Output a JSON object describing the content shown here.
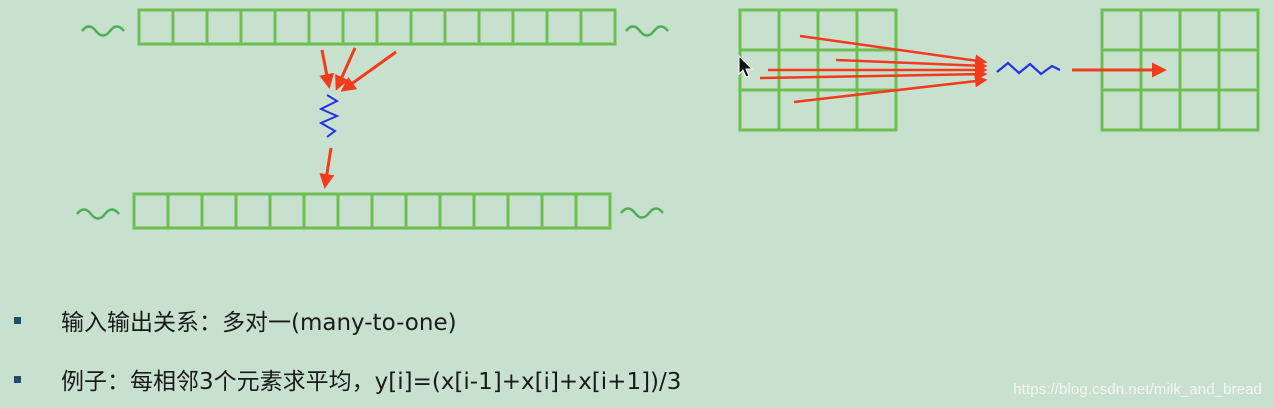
{
  "colors": {
    "background": "#c8e1cf",
    "cell_stroke": "#6dbf52",
    "arrow": "#f23a1c",
    "squiggle_green": "#4fae53",
    "squiggle_blue": "#2431e6",
    "text": "#1a1a1a",
    "bullet": "#1f4e6b"
  },
  "bullets": [
    {
      "text": "输入输出关系：多对一(many-to-one)"
    },
    {
      "text": "例子：每相邻3个元素求平均，y[i]=(x[i-1]+x[i]+x[i+1])/3"
    }
  ],
  "watermark": "https://blog.csdn.net/milk_and_bread",
  "icons": [
    "cursor-icon"
  ]
}
